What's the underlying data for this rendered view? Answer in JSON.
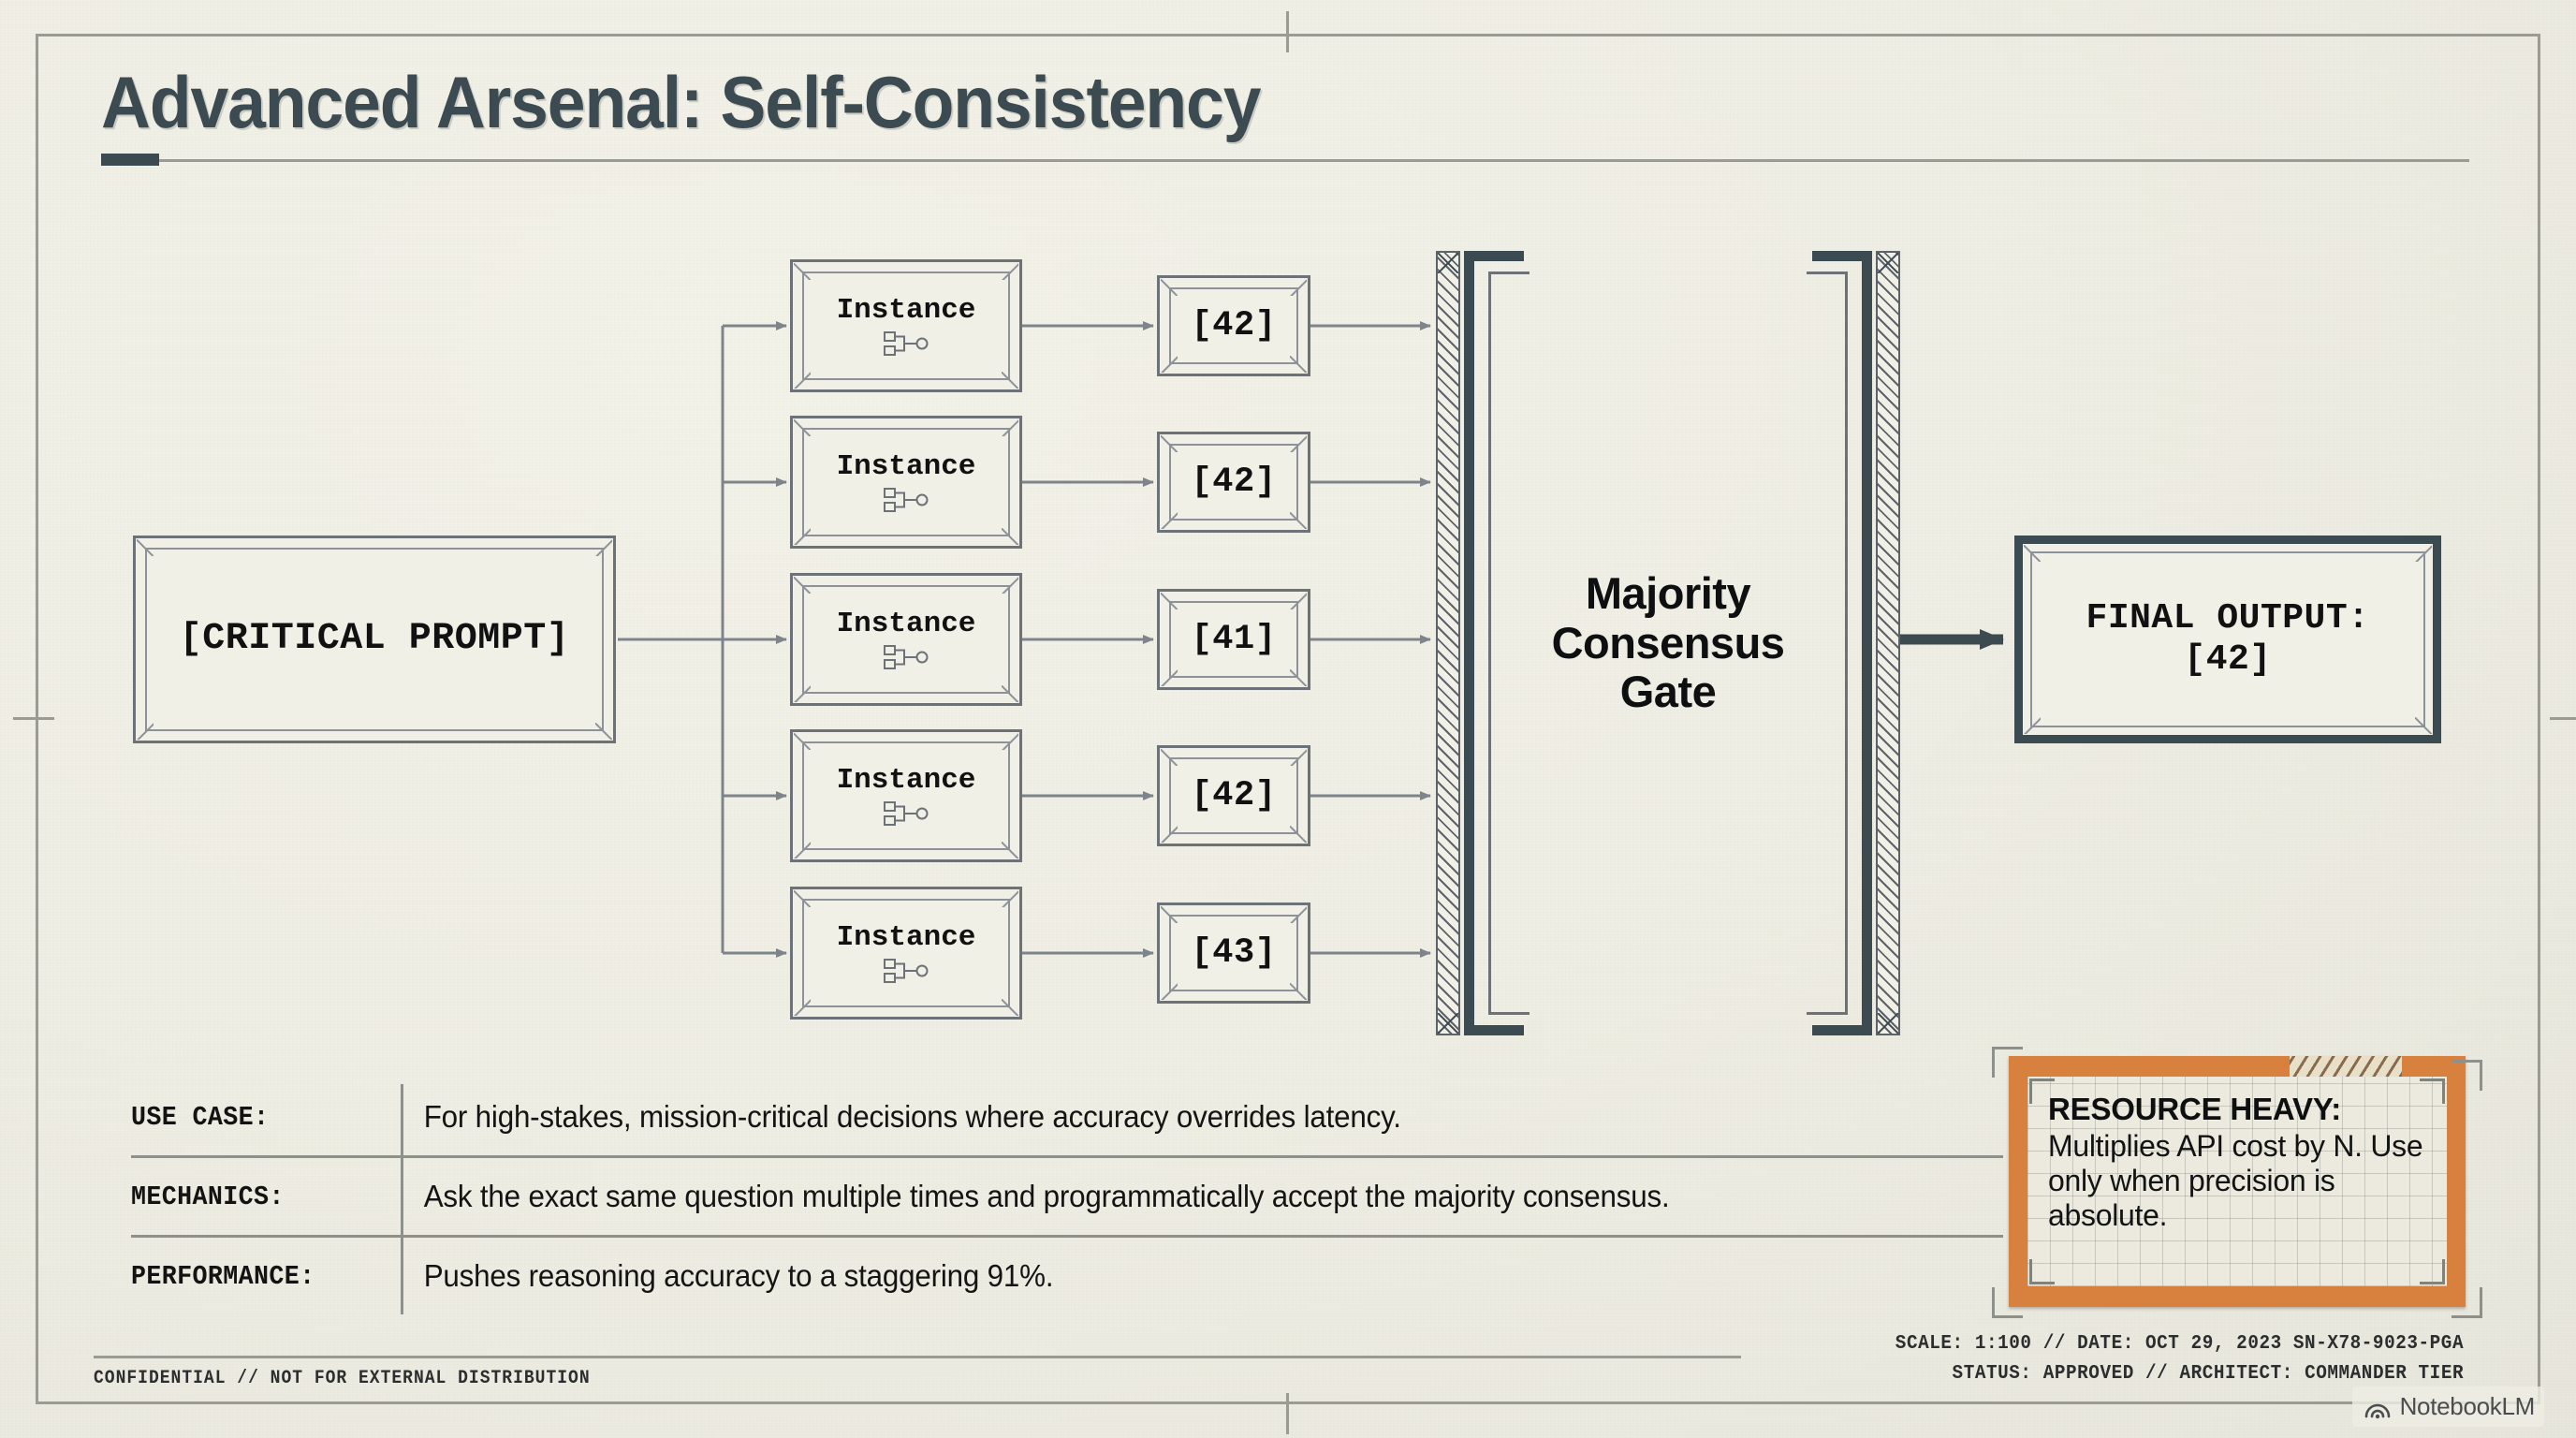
{
  "title": "Advanced Arsenal: Self-Consistency",
  "prompt": {
    "label": "[CRITICAL PROMPT]"
  },
  "instances": [
    {
      "label": "Instance",
      "value": "[42]"
    },
    {
      "label": "Instance",
      "value": "[42]"
    },
    {
      "label": "Instance",
      "value": "[41]"
    },
    {
      "label": "Instance",
      "value": "[42]"
    },
    {
      "label": "Instance",
      "value": "[43]"
    }
  ],
  "gate": {
    "line1": "Majority",
    "line2": "Consensus",
    "line3": "Gate"
  },
  "final_output": {
    "line1": "FINAL OUTPUT:",
    "line2": "[42]"
  },
  "spec_table": {
    "rows": [
      {
        "key": "USE CASE:",
        "value": "For high-stakes, mission-critical decisions where accuracy overrides latency."
      },
      {
        "key": "MECHANICS:",
        "value": "Ask the exact same question multiple times and programmatically accept the majority consensus."
      },
      {
        "key": "PERFORMANCE:",
        "value": "Pushes reasoning accuracy to a staggering 91%."
      }
    ]
  },
  "callout": {
    "title": "RESOURCE HEAVY:",
    "body": "Multiplies API cost by N. Use only when precision is absolute.",
    "accent_color": "#d8813f"
  },
  "footer": {
    "left": "CONFIDENTIAL // NOT FOR EXTERNAL DISTRIBUTION",
    "right_line1": "SCALE: 1:100 // DATE: OCT 29, 2023 SN-X78-9023-PGA",
    "right_line2": "STATUS: APPROVED // ARCHITECT: COMMANDER TIER"
  },
  "watermark": {
    "text": "NotebookLM"
  },
  "theme": {
    "paper": "#efeee4",
    "ink": "#3c4a52",
    "line": "#6d7178",
    "rule": "#9a9c93"
  }
}
